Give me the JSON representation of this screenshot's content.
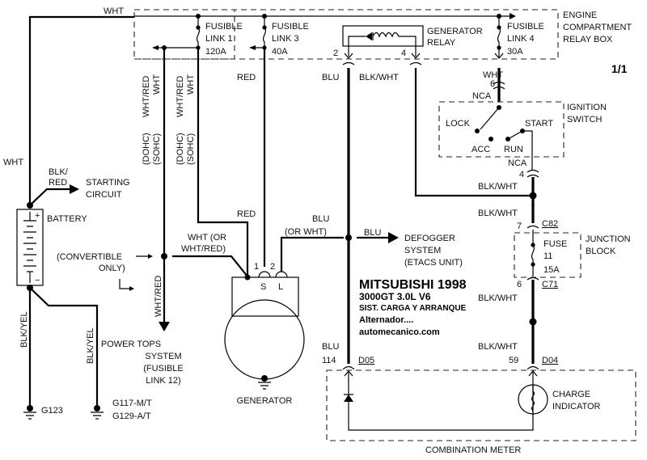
{
  "title": {
    "make_year": "MITSUBISHI 1998",
    "model": "3000GT  3.0L  V6",
    "system": "SIST. CARGA Y ARRANQUE",
    "component": "Alternador....",
    "site": "automecanico.com"
  },
  "page_indicator": "1/1",
  "boxes": {
    "relay_box": [
      "ENGINE",
      "COMPARTMENT",
      "RELAY BOX"
    ],
    "ignition_switch": [
      "IGNITION",
      "SWITCH"
    ],
    "junction_block": [
      "JUNCTION",
      "BLOCK"
    ],
    "combination_meter": "COMBINATION METER"
  },
  "fusible_links": [
    {
      "name": "FUSIBLE",
      "id": "LINK 1",
      "rating": "120A"
    },
    {
      "name": "FUSIBLE",
      "id": "LINK 3",
      "rating": "40A"
    },
    {
      "name": "FUSIBLE",
      "id": "LINK 4",
      "rating": "30A"
    }
  ],
  "generator_relay": [
    "GENERATOR",
    "RELAY"
  ],
  "fuse": {
    "name": "FUSE",
    "number": "11",
    "rating": "15A"
  },
  "ignition": {
    "positions": {
      "lock": "LOCK",
      "acc": "ACC",
      "run": "RUN",
      "start": "START"
    },
    "nca_top": "NCA",
    "nca_bottom": "NCA"
  },
  "wires": {
    "wht_top": "WHT",
    "wht_left": "WHT",
    "blk_red": [
      "BLK/",
      "RED"
    ],
    "wht_red_dohc_1": "WHT/RED",
    "wht_sohc_1": "WHT",
    "dohc_1": "(DOHC)",
    "sohc_1": "(SOHC)",
    "wht_red_dohc_2": "WHT/RED",
    "wht_sohc_2": "WHT",
    "dohc_2": "(DOHC)",
    "sohc_2": "(SOHC)",
    "red_top": "RED",
    "red_gen": "RED",
    "wht_or_whtred": [
      "WHT (OR",
      "WHT/RED)"
    ],
    "blu_or_wht": [
      "BLU",
      "(OR WHT)"
    ],
    "blu_defog": "BLU",
    "blu_relay": "BLU",
    "blk_wht_relay": "BLK/WHT",
    "wht_ign": "WHT",
    "blk_wht_ign": "BLK/WHT",
    "blk_wht_jb_in": "BLK/WHT",
    "blk_wht_jb_out": "BLK/WHT",
    "blk_wht_meter": "BLK/WHT",
    "blu_meter": "BLU",
    "wht_red_tops": "WHT/RED",
    "blk_yel_1": "BLK/YEL",
    "blk_yel_2": "BLK/YEL"
  },
  "pins": {
    "relay_2": "2",
    "relay_4": "4",
    "ign_6": "6",
    "ign_4": "4",
    "jb_7": "7",
    "jb_6": "6",
    "meter_114": "114",
    "meter_59": "59",
    "gen_1": "1",
    "gen_2": "2",
    "gen_s": "S",
    "gen_l": "L"
  },
  "connectors": {
    "c82": "C82",
    "c71": "C71",
    "d05": "D05",
    "d04": "D04"
  },
  "components": {
    "battery": "BATTERY",
    "battery_plus": "+",
    "battery_minus": "−",
    "starting_circuit": [
      "STARTING",
      "CIRCUIT"
    ],
    "convertible": [
      "(CONVERTIBLE",
      "ONLY)"
    ],
    "defogger": [
      "DEFOGGER",
      "SYSTEM",
      "(ETACS UNIT)"
    ],
    "power_tops": [
      "POWER TOPS",
      "SYSTEM",
      "(FUSIBLE",
      "LINK 12)"
    ],
    "generator": "GENERATOR",
    "charge_indicator": [
      "CHARGE",
      "INDICATOR"
    ]
  },
  "grounds": {
    "g123": "G123",
    "g117": "G117-M/T",
    "g129": "G129-A/T"
  }
}
